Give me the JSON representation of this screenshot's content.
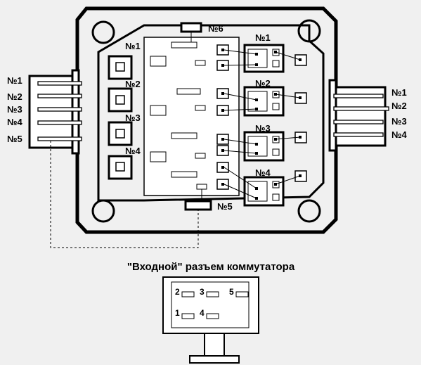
{
  "labels": {
    "left_connector": [
      "№1",
      "№2",
      "№3",
      "№4",
      "№5"
    ],
    "right_connector": [
      "№1",
      "№2",
      "№3",
      "№4"
    ],
    "inner_left": [
      "№1",
      "№2",
      "№3",
      "№4"
    ],
    "relays": [
      "№1",
      "№2",
      "№3",
      "№4"
    ],
    "top_terminal": "№6",
    "bottom_terminal": "№5"
  },
  "connector": {
    "title": "\"Входной\" разъем коммутатора",
    "pins": [
      "2",
      "3",
      "5",
      "1",
      "4"
    ]
  },
  "colors": {
    "background": "#f0f0f0",
    "stroke": "#000000",
    "fill": "#ffffff"
  }
}
